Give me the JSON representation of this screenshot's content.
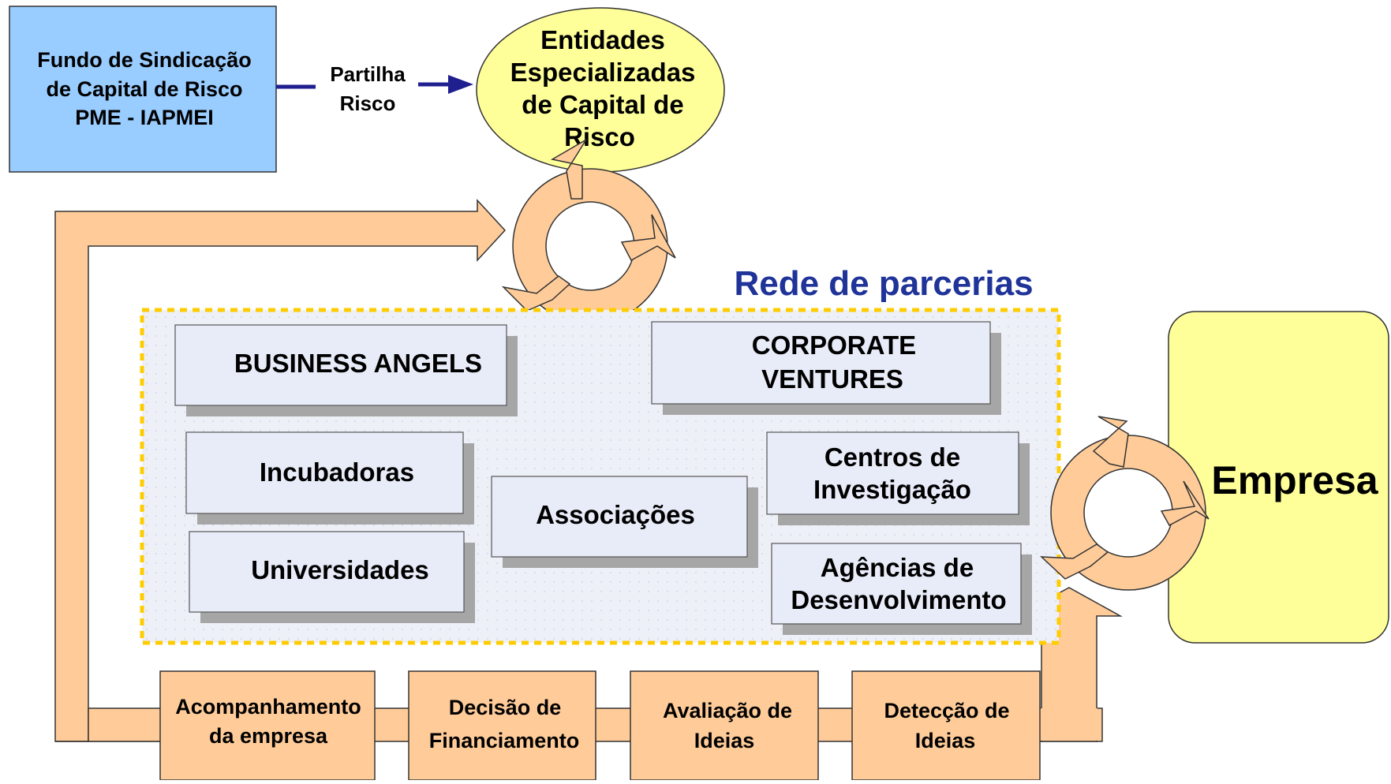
{
  "fund_box": {
    "line1": "Fundo de Sindicação",
    "line2": "de Capital de Risco",
    "line3": "PME  -  IAPMEI"
  },
  "risk_share": {
    "line1": "Partilha",
    "line2": "Risco"
  },
  "entities": {
    "line1": "Entidades",
    "line2": "Especializadas",
    "line3": "de Capital de",
    "line4": "Risco"
  },
  "network": {
    "title": "Rede de parcerias",
    "business_angels": "BUSINESS ANGELS",
    "corporate_line1": "CORPORATE",
    "corporate_line2": "VENTURES",
    "incubators": "Incubadoras",
    "universities": "Universidades",
    "associations": "Associações",
    "research_line1": "Centros de",
    "research_line2": "Investigação",
    "agencies_line1": "Agências de",
    "agencies_line2": "Desenvolvimento"
  },
  "company": {
    "label": "Empresa"
  },
  "process": {
    "monitoring_line1": "Acompanhamento",
    "monitoring_line2": "da empresa",
    "decision_line1": "Decisão de",
    "decision_line2": "Financiamento",
    "evaluation_line1": "Avaliação de",
    "evaluation_line2": "Ideias",
    "detection_line1": "Detecção de",
    "detection_line2": "Ideias"
  },
  "colors": {
    "fund_fill": "#99ccff",
    "ellipse_fill": "#ffff99",
    "company_fill": "#ffff99",
    "orange_fill": "#ffcc99",
    "network_border": "#ffcc00",
    "network_fill": "#eef0f8",
    "partner_fill": "#e8ecf8",
    "partner_shadow": "#a6a6a6",
    "title_color": "#1f3399",
    "arrow_navy": "#1f1f8f"
  }
}
